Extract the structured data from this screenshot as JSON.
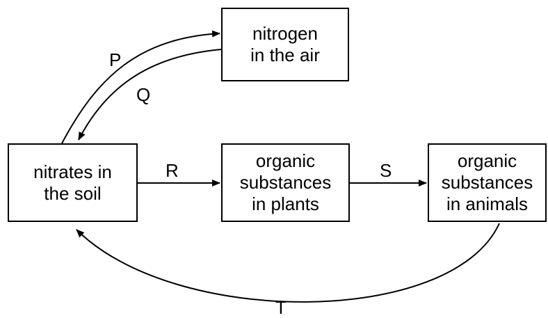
{
  "nodes": {
    "nitrogen": {
      "lines": [
        "nitrogen",
        "in the air"
      ]
    },
    "soil": {
      "lines": [
        "nitrates in",
        "the soil"
      ]
    },
    "plants": {
      "lines": [
        "organic",
        "substances",
        "in plants"
      ]
    },
    "animals": {
      "lines": [
        "organic",
        "substances",
        "in animals"
      ]
    }
  },
  "edges": {
    "P": {
      "label": "P",
      "from": "soil",
      "to": "nitrogen"
    },
    "Q": {
      "label": "Q",
      "from": "nitrogen",
      "to": "soil"
    },
    "R": {
      "label": "R",
      "from": "soil",
      "to": "plants"
    },
    "S": {
      "label": "S",
      "from": "plants",
      "to": "animals"
    },
    "T": {
      "label": "T",
      "from": "animals",
      "to": "soil"
    }
  }
}
